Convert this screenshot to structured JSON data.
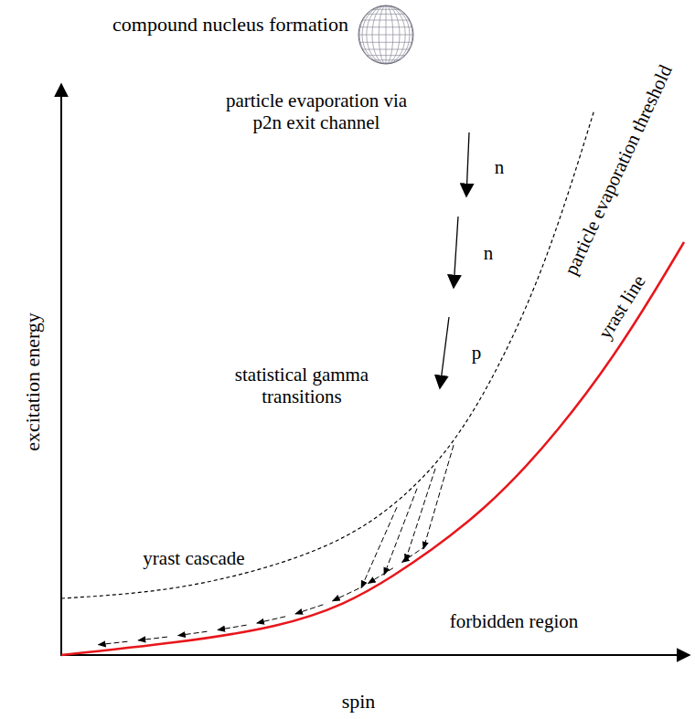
{
  "diagram": {
    "labels": [
      "compound nucleus formation",
      "n",
      "n",
      "p",
      "particle evaporation via p2n exit channel",
      "particle evaporation threshold",
      "yrast line",
      "statistical gamma transitions",
      "yrast cascade",
      "forbidden region",
      "excitation energy",
      "spin"
    ]
  }
}
